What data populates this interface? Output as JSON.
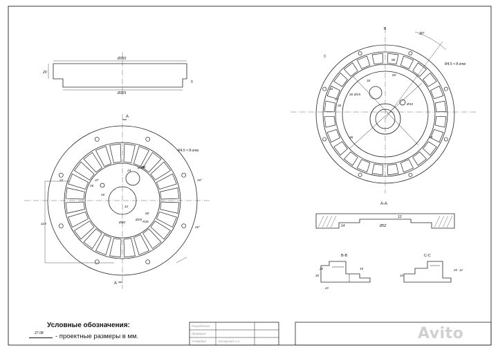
{
  "legend": {
    "title": "Условные обозначения:",
    "sample_value": "27.08",
    "description": "- проектные размеры в мм."
  },
  "title_block": {
    "rows": [
      "Разработал",
      "Проверил",
      "Утвердил"
    ],
    "author": "Косарский А.А."
  },
  "watermark": "Avito",
  "views": {
    "side_view": {
      "top_dim": "Ø350",
      "bottom_dim": "Ø325",
      "height_dim": "20",
      "edge_dim": "5"
    },
    "front_view": {
      "section_mark_top": "A",
      "section_mark_bottom": "A",
      "hole_note": "R4,5 × 8 отв",
      "dims": [
        "22",
        "24",
        "Ø20",
        "37",
        "26",
        "16",
        "Ø8",
        "R35",
        "Ø25",
        "15°",
        "45°",
        "119",
        "Ø80",
        "12",
        "60"
      ]
    },
    "rear_view": {
      "angle_dim": "30°",
      "hole_note": "R4,5 × 8 отв",
      "section_b": "B",
      "section_c": "C",
      "dims": [
        "86",
        "60",
        "34",
        "30",
        "Ø15",
        "Ø10",
        "22",
        "46",
        "50",
        "16",
        "26"
      ]
    },
    "section_aa": {
      "label": "A-A",
      "dims": [
        "Ø52",
        "14",
        "12"
      ]
    },
    "section_bb": {
      "label": "B-B",
      "dims": [
        "30",
        "20",
        "16",
        "22"
      ]
    },
    "section_cc": {
      "label": "C-C",
      "dims": [
        "10",
        "20",
        "12"
      ]
    }
  }
}
